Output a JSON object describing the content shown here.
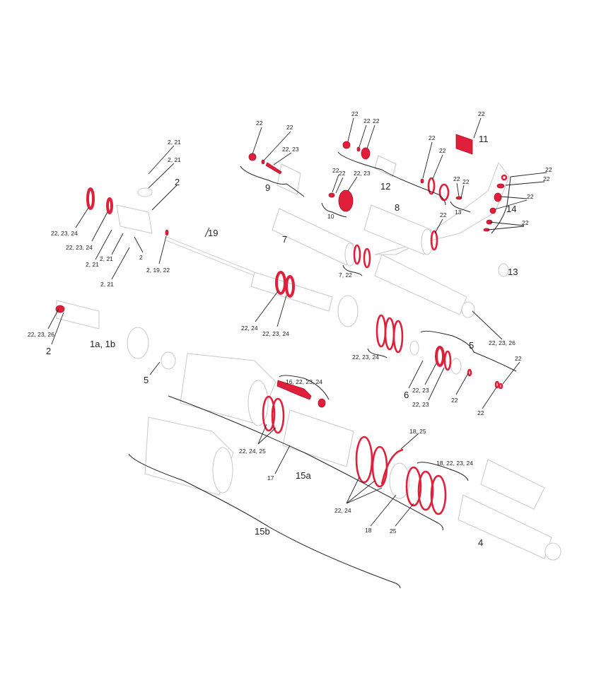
{
  "diagram": {
    "type": "exploded-parts-diagram",
    "accent_color": "#e0203a",
    "outline_color": "#c8c8c8",
    "labels": [
      "22",
      "22",
      "22, 23",
      "9",
      "22",
      "22",
      "22",
      "22",
      "22",
      "22, 23",
      "22",
      "22",
      "12",
      "10",
      "22",
      "11",
      "22",
      "22",
      "22",
      "14",
      "22",
      "22",
      "22",
      "13",
      "8",
      "22",
      "7",
      "7, 22",
      "13",
      "2, 21",
      "2, 21",
      "2",
      "22, 23, 24",
      "22, 23, 24",
      "19",
      "2",
      "2, 21",
      "2, 21",
      "2, 19, 22",
      "2, 21",
      "22, 23, 26",
      "2",
      "1a, 1b",
      "5",
      "22, 24",
      "22, 23, 24",
      "22, 23, 24",
      "22, 23, 26",
      "5",
      "22",
      "6",
      "22, 23",
      "22, 23",
      "22",
      "22",
      "16, 22, 23, 24",
      "22, 24, 25",
      "17",
      "15a",
      "18, 25",
      "18, 22, 23, 24",
      "22, 24",
      "18",
      "25",
      "15b",
      "4"
    ]
  }
}
